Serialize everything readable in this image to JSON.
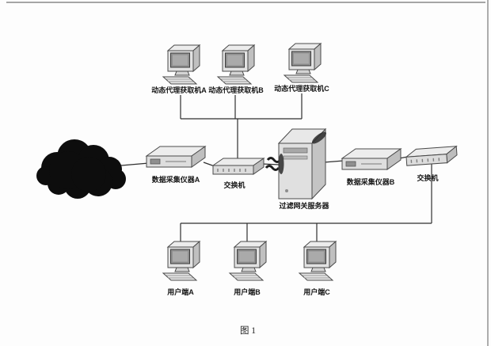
{
  "page": {
    "caption": "图 1"
  },
  "diagram": {
    "top_row": {
      "computers": [
        {
          "label": "动态代理获取机A"
        },
        {
          "label": "动态代理获取机B"
        },
        {
          "label": "动态代理获取机C"
        }
      ]
    },
    "middle_row": {
      "collector_a": {
        "label": "数据采集仪器A"
      },
      "switch_a": {
        "label": "交换机"
      },
      "gateway_server": {
        "label": "过滤网关服务器"
      },
      "collector_b": {
        "label": "数据采集仪器B"
      },
      "switch_b": {
        "label": "交换机"
      }
    },
    "bottom_row": {
      "computers": [
        {
          "label": "用户端A"
        },
        {
          "label": "用户端B"
        },
        {
          "label": "用户端C"
        }
      ]
    },
    "colors": {
      "cloud": "#0d0d0d",
      "line": "#2f2f2f"
    }
  }
}
